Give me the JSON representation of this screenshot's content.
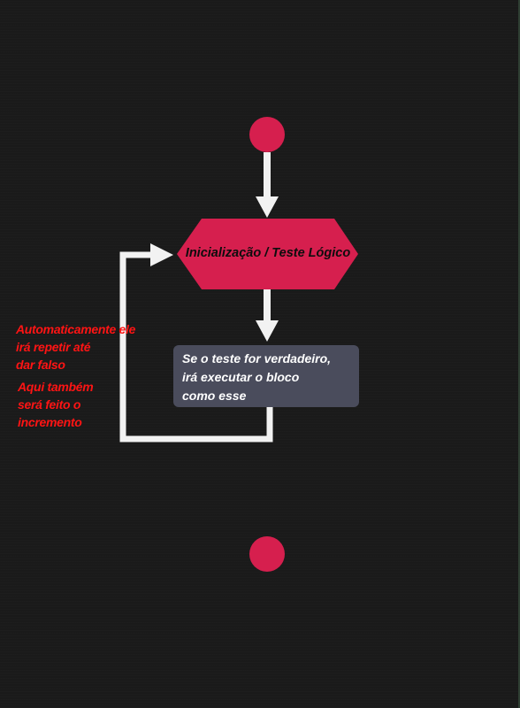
{
  "flowchart": {
    "decision_label": "Inicialização / Teste Lógico",
    "process_lines": [
      "Se o teste for verdadeiro,",
      "irá executar o bloco",
      "como esse"
    ],
    "annotation_repeat": [
      "Automaticamente ele",
      "irá repetir até",
      "dar falso"
    ],
    "annotation_increment": [
      "Aqui também",
      "será feito o",
      "incremento"
    ]
  },
  "colors": {
    "background": "#1a1a1a",
    "node_red": "#d61f4e",
    "process_box": "#4a4c5c",
    "connector": "#f2f2f2",
    "annotation_text": "#ff1414"
  }
}
